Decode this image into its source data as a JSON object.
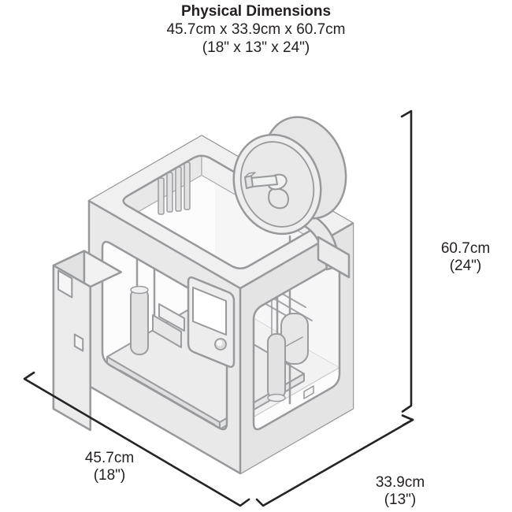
{
  "header": {
    "title": "Physical Dimensions",
    "metric": "45.7cm x 33.9cm x 60.7cm",
    "imperial": "(18\" x 13\" x 24\")"
  },
  "dimension_labels": {
    "height": {
      "metric": "60.7cm",
      "imperial": "(24\")"
    },
    "width": {
      "metric": "45.7cm",
      "imperial": "(18\")"
    },
    "depth": {
      "metric": "33.9cm",
      "imperial": "(13\")"
    }
  },
  "illustration": {
    "subject": "3d-printer-isometric-line-drawing",
    "parts": [
      "frame",
      "filament-spool",
      "lcd-control-panel",
      "build-plate",
      "z-rods",
      "extruder",
      "side-compartment"
    ]
  },
  "colors": {
    "text": "#231f20",
    "line_art_stroke": "#97999c",
    "fill_light": "#e9e9ea",
    "fill_lighter": "#f1f1f2",
    "dimension_line": "#262326",
    "background": "#ffffff"
  }
}
